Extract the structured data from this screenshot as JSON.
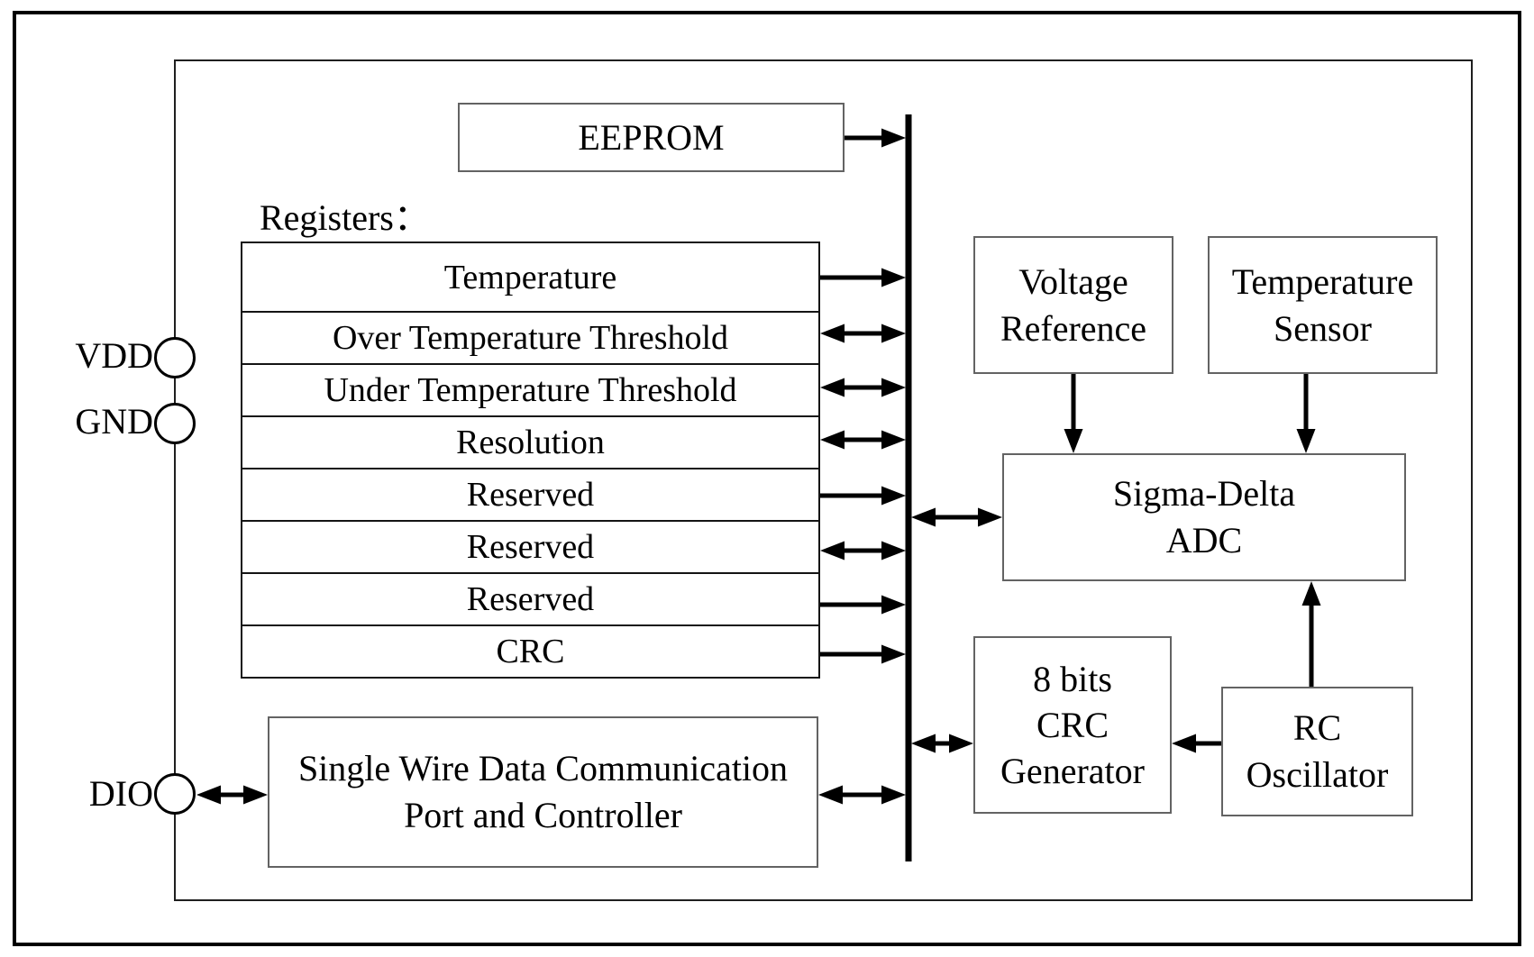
{
  "pins": {
    "vdd": "VDD",
    "gnd": "GND",
    "dio": "DIO"
  },
  "registers": {
    "label": "Registers：",
    "rows": [
      "Temperature",
      "Over Temperature Threshold",
      "Under Temperature Threshold",
      "Resolution",
      "Reserved",
      "Reserved",
      "Reserved",
      "CRC"
    ]
  },
  "blocks": {
    "eeprom": {
      "label": "EEPROM"
    },
    "swdc": {
      "line1": "Single Wire Data Communication",
      "line2": "Port and Controller"
    },
    "voltage_reference": {
      "line1": "Voltage",
      "line2": "Reference"
    },
    "temperature_sensor": {
      "line1": "Temperature",
      "line2": "Sensor"
    },
    "adc": {
      "line1": "Sigma-Delta",
      "line2": "ADC"
    },
    "crc_generator": {
      "line1": "8 bits",
      "line2": "CRC",
      "line3": "Generator"
    },
    "rc_oscillator": {
      "line1": "RC",
      "line2": "Oscillator"
    }
  },
  "colors": {
    "background": "#ffffff",
    "line": "#000000",
    "box_border": "#636363"
  }
}
